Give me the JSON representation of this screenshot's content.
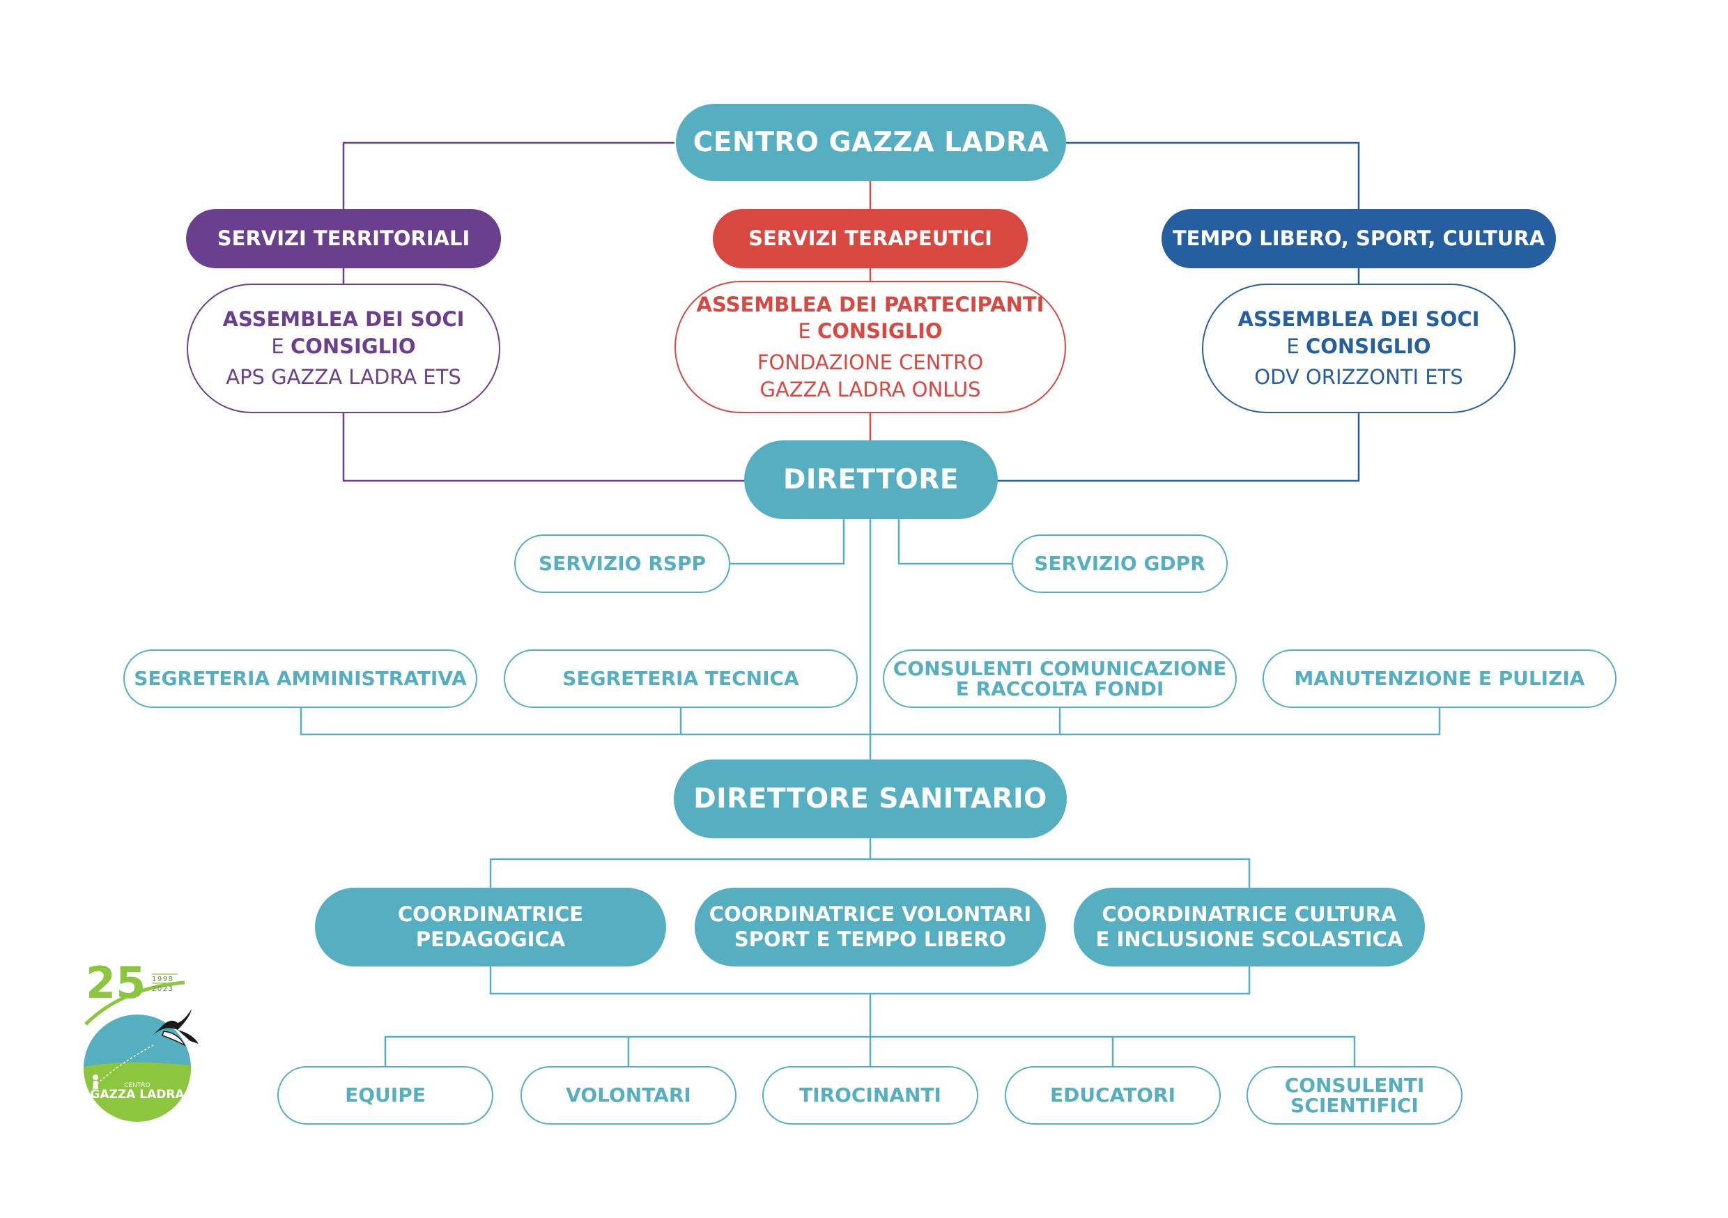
{
  "colors": {
    "teal": "#56afc1",
    "purple": "#6a3f8e",
    "red": "#d94840",
    "blue": "#255f9f",
    "logo_green": "#8cc63f"
  },
  "root": {
    "label": "CENTRO GAZZA LADRA"
  },
  "services": [
    {
      "label": "SERVIZI TERRITORIALI",
      "color": "#6a3f8e"
    },
    {
      "label": "SERVIZI TERAPEUTICI",
      "color": "#d94840"
    },
    {
      "label": "TEMPO LIBERO, SPORT, CULTURA",
      "color": "#255f9f"
    }
  ],
  "governance": [
    {
      "line1": "ASSEMBLEA DEI SOCI",
      "e": "E",
      "consiglio": "CONSIGLIO",
      "entity": [
        "APS GAZZA LADRA ETS"
      ]
    },
    {
      "line1": "ASSEMBLEA DEI PARTECIPANTI",
      "e": "E",
      "consiglio": "CONSIGLIO",
      "entity": [
        "FONDAZIONE CENTRO",
        "GAZZA LADRA ONLUS"
      ]
    },
    {
      "line1": "ASSEMBLEA DEI SOCI",
      "e": "E",
      "consiglio": "CONSIGLIO",
      "entity": [
        "ODV ORIZZONTI ETS"
      ]
    }
  ],
  "director": {
    "label": "DIRETTORE"
  },
  "staff_services": [
    {
      "label": "SERVIZIO RSPP"
    },
    {
      "label": "SERVIZIO GDPR"
    }
  ],
  "offices": [
    {
      "lines": [
        "SEGRETERIA AMMINISTRATIVA"
      ]
    },
    {
      "lines": [
        "SEGRETERIA TECNICA"
      ]
    },
    {
      "lines": [
        "CONSULENTI COMUNICAZIONE",
        "E RACCOLTA FONDI"
      ]
    },
    {
      "lines": [
        "MANUTENZIONE E PULIZIA"
      ]
    }
  ],
  "health_director": {
    "label": "DIRETTORE SANITARIO"
  },
  "coordinators": [
    {
      "lines": [
        "COORDINATRICE",
        "PEDAGOGICA"
      ]
    },
    {
      "lines": [
        "COORDINATRICE VOLONTARI",
        "SPORT E TEMPO LIBERO"
      ]
    },
    {
      "lines": [
        "COORDINATRICE CULTURA",
        "E INCLUSIONE SCOLASTICA"
      ]
    }
  ],
  "teams": [
    {
      "lines": [
        "EQUIPE"
      ]
    },
    {
      "lines": [
        "VOLONTARI"
      ]
    },
    {
      "lines": [
        "TIROCINANTI"
      ]
    },
    {
      "lines": [
        "EDUCATORI"
      ]
    },
    {
      "lines": [
        "CONSULENTI",
        "SCIENTIFICI"
      ]
    }
  ],
  "logo": {
    "number": "25",
    "year_start": "1998",
    "year_end": "2023",
    "small_text": "CENTRO",
    "name": "GAZZA LADRA"
  }
}
